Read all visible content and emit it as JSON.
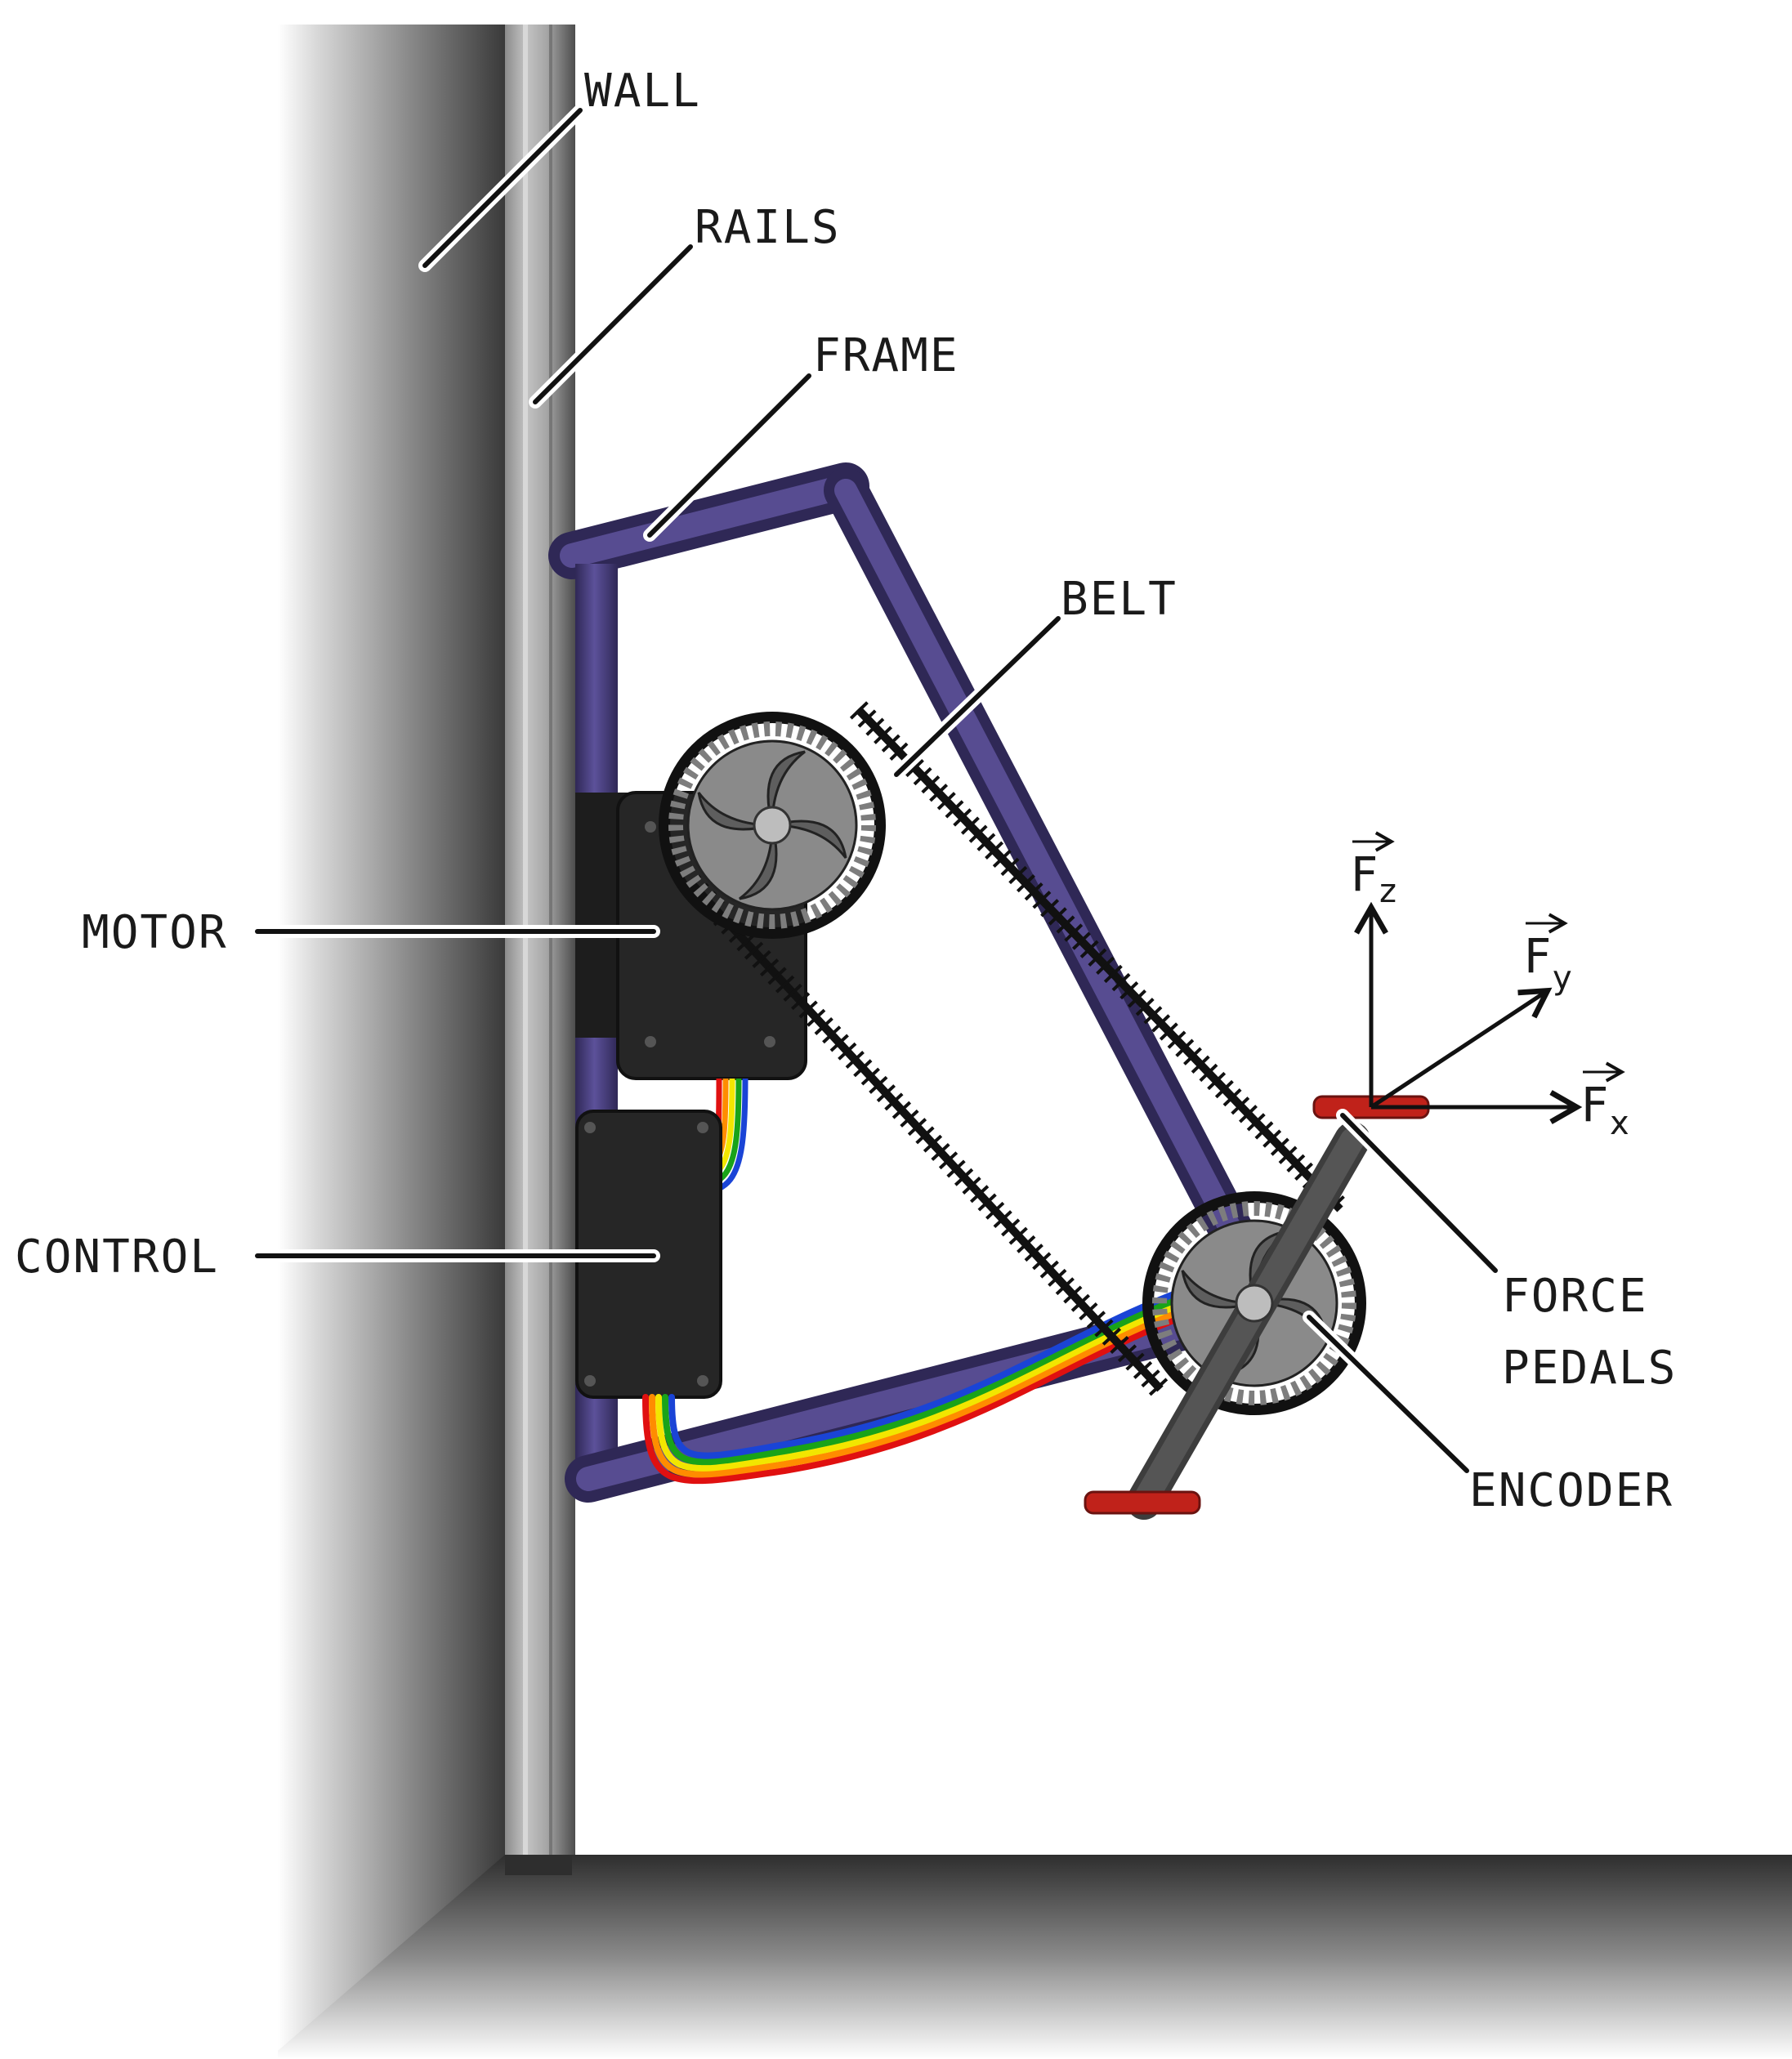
{
  "labels": {
    "wall": "WALL",
    "rails": "RAILS",
    "frame": "FRAME",
    "belt": "BELT",
    "motor": "MOTOR",
    "control": "CONTROL",
    "force_pedals_line1": "FORCE",
    "force_pedals_line2": "PEDALS",
    "encoder": "ENCODER"
  },
  "force_axes": {
    "symbol": "F",
    "z": "z",
    "y": "y",
    "x": "x"
  },
  "colors": {
    "frame_tube": "#4a3f7a",
    "motor_box": "#262626",
    "control_box": "#262626",
    "pedal": "#c0221a",
    "sprocket": "#8a8a8a",
    "belt": "#111111",
    "cable_stripes": [
      "#e01010",
      "#ff8c00",
      "#f2e600",
      "#19a319",
      "#1a44d6",
      "#6a1ab0"
    ]
  }
}
